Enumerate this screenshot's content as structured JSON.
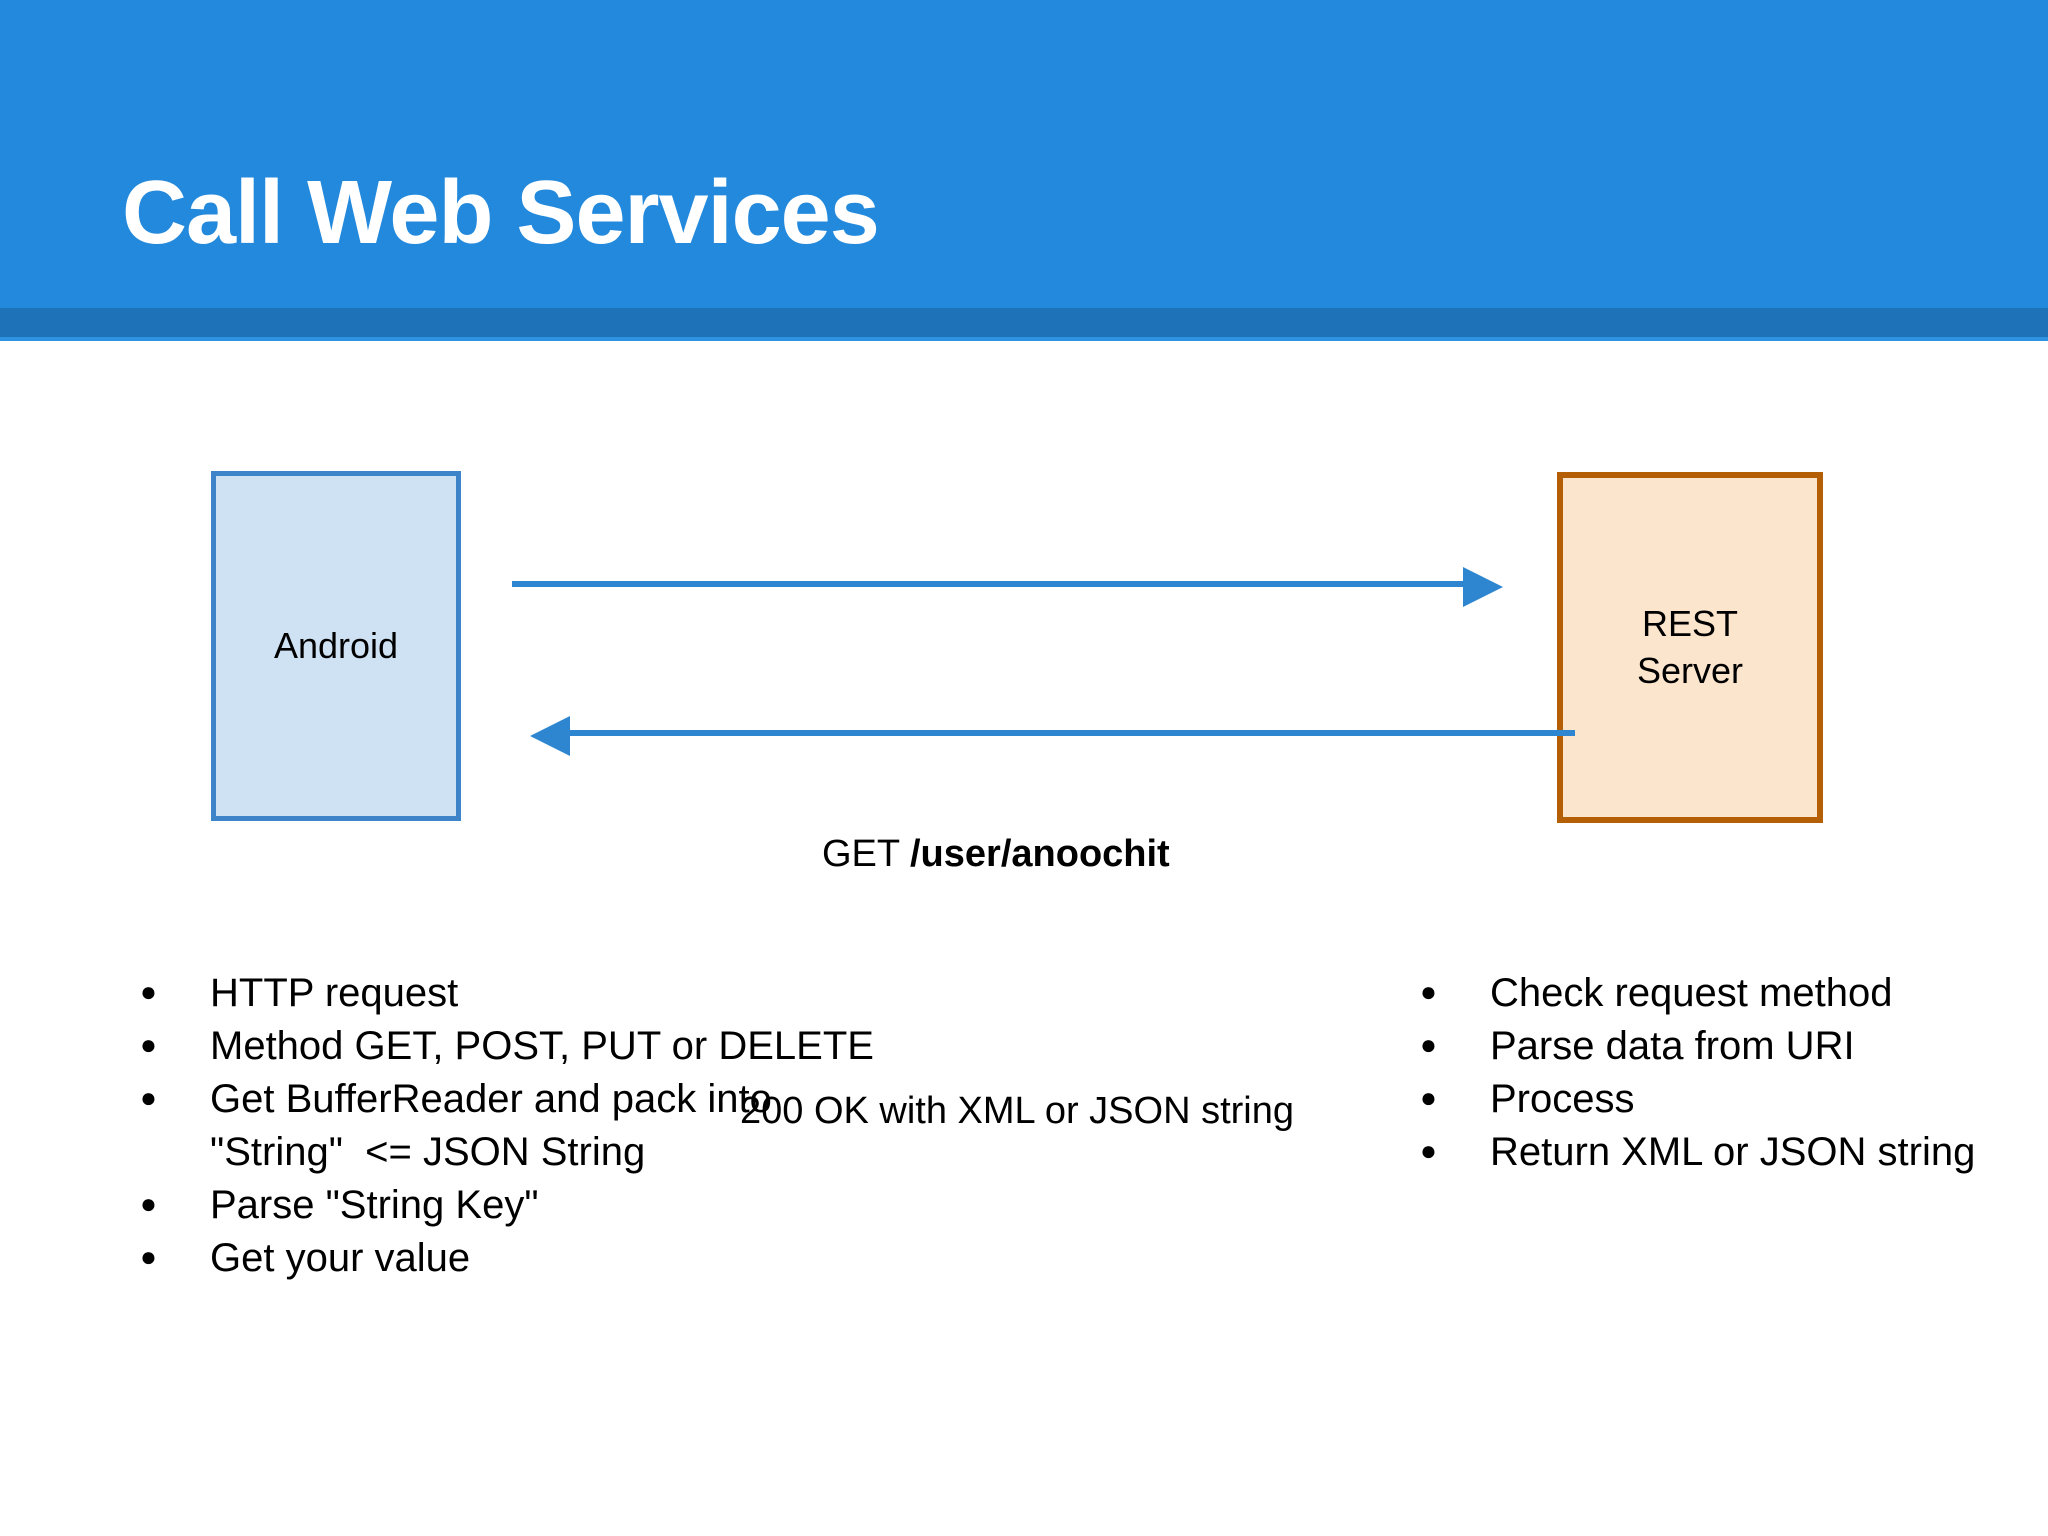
{
  "slide": {
    "title": "Call Web Services",
    "header_color": "#2389dc",
    "header_shadow_color": "#1e73b8",
    "title_color": "#ffffff"
  },
  "diagram": {
    "client_node": {
      "label": "Android",
      "fill": "#cfe2f3",
      "border": "#3d85c8"
    },
    "server_node": {
      "label_line1": "REST",
      "label_line2": "Server",
      "fill": "#fce5cd",
      "border": "#b45f06"
    },
    "arrows": {
      "color": "#2e86d1",
      "request": {
        "direction": "right",
        "label_prefix": "GET ",
        "label_path": "/user/anoochit"
      },
      "response": {
        "direction": "left",
        "label": "200 OK with XML or JSON string"
      }
    }
  },
  "bullets": {
    "bullet_glyph": "●",
    "client": [
      {
        "text": "HTTP request"
      },
      {
        "text": "Method GET, POST, PUT or DELETE"
      },
      {
        "text": "Get BufferReader and pack into",
        "continuation": "\"String\"  <= JSON String"
      },
      {
        "text": "Parse \"String Key\""
      },
      {
        "text": "Get your value"
      }
    ],
    "server": [
      {
        "text": "Check request method"
      },
      {
        "text": "Parse data from URI"
      },
      {
        "text": "Process"
      },
      {
        "text": "Return XML or JSON string"
      }
    ]
  }
}
